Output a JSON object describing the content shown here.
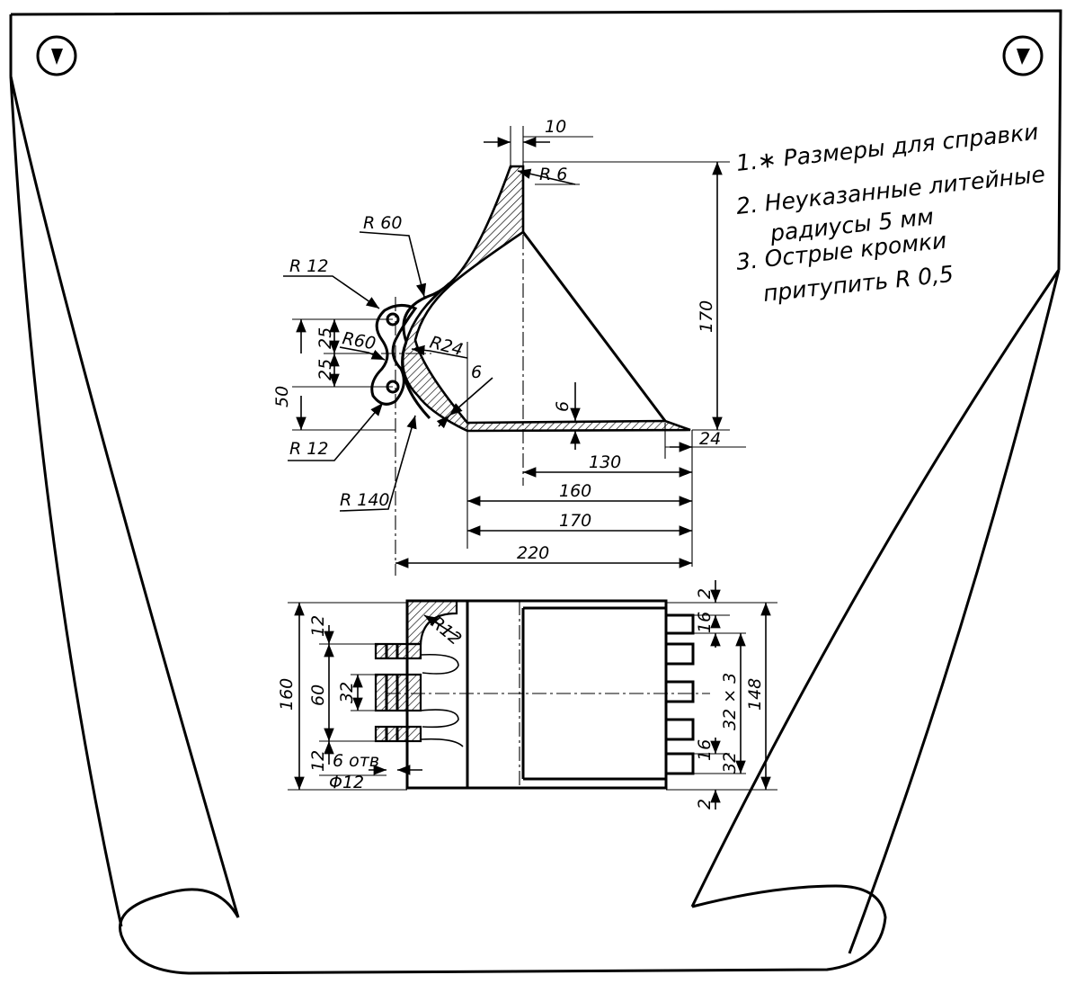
{
  "notes": [
    "1.∗ Размеры для справки",
    "2. Неуказанные литейные",
    "радиусы 5 мм",
    "3. Острые кромки",
    "притупить R 0,5"
  ],
  "side_view": {
    "dims": {
      "d10": "10",
      "r6": "R 6",
      "r60_top": "R 60",
      "r12_top": "R 12",
      "d25_a": "25",
      "r60_mid": "R60",
      "r24": "R24",
      "d25_b": "25",
      "d50": "50",
      "d6_a": "6",
      "d6_b": "6",
      "r12_bot": "R 12",
      "r140": "R 140",
      "d170_v": "170",
      "d24": "24",
      "d130": "130",
      "d160": "160",
      "d170_h": "170",
      "d220": "220"
    }
  },
  "plan_view": {
    "dims": {
      "r12": "R12",
      "d12_top": "12",
      "d160": "160",
      "d60": "60",
      "d32": "32",
      "d12_bot": "12",
      "holes_1": "6 отв",
      "holes_2": "Φ12",
      "d2_top": "2",
      "d16_top": "16",
      "d32x3": "32 × 3",
      "d148": "148",
      "d16_bot": "16",
      "d32_bot": "32",
      "d2_bot": "2"
    }
  }
}
